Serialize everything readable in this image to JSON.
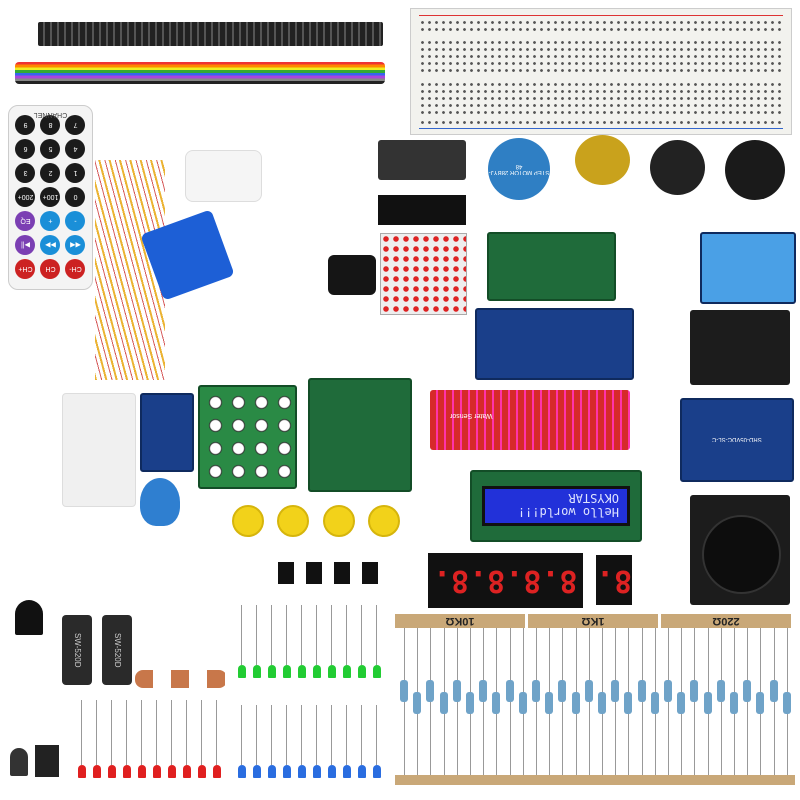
{
  "remote": {
    "keys": [
      "CH-",
      "CH",
      "CH+",
      "◀◀",
      "▶▶",
      "▶||",
      "-",
      "+",
      "EQ",
      "0",
      "100+",
      "200+",
      "1",
      "2",
      "3",
      "4",
      "5",
      "6",
      "7",
      "8",
      "9"
    ],
    "label": "CHANNEL"
  },
  "lcd": {
    "line1": "Hello world!!!",
    "line2": "OKYSTAR"
  },
  "water_sensor": {
    "label": "Water Sensor"
  },
  "stepper": {
    "label": "STEP MOTOR 28BYJ-48"
  },
  "seven_segment": {
    "four_digit": "8.8.8.8.",
    "single_digit": "8."
  },
  "resistor_labels": [
    "10KΩ",
    "1KΩ",
    "220Ω"
  ],
  "relay": {
    "label": "SRD-05VDC-SL-C"
  },
  "colors": {
    "led_red": "#e02020",
    "led_green": "#22cc33",
    "led_blue": "#2a6de0",
    "lcd_blue": "#2231d9"
  }
}
